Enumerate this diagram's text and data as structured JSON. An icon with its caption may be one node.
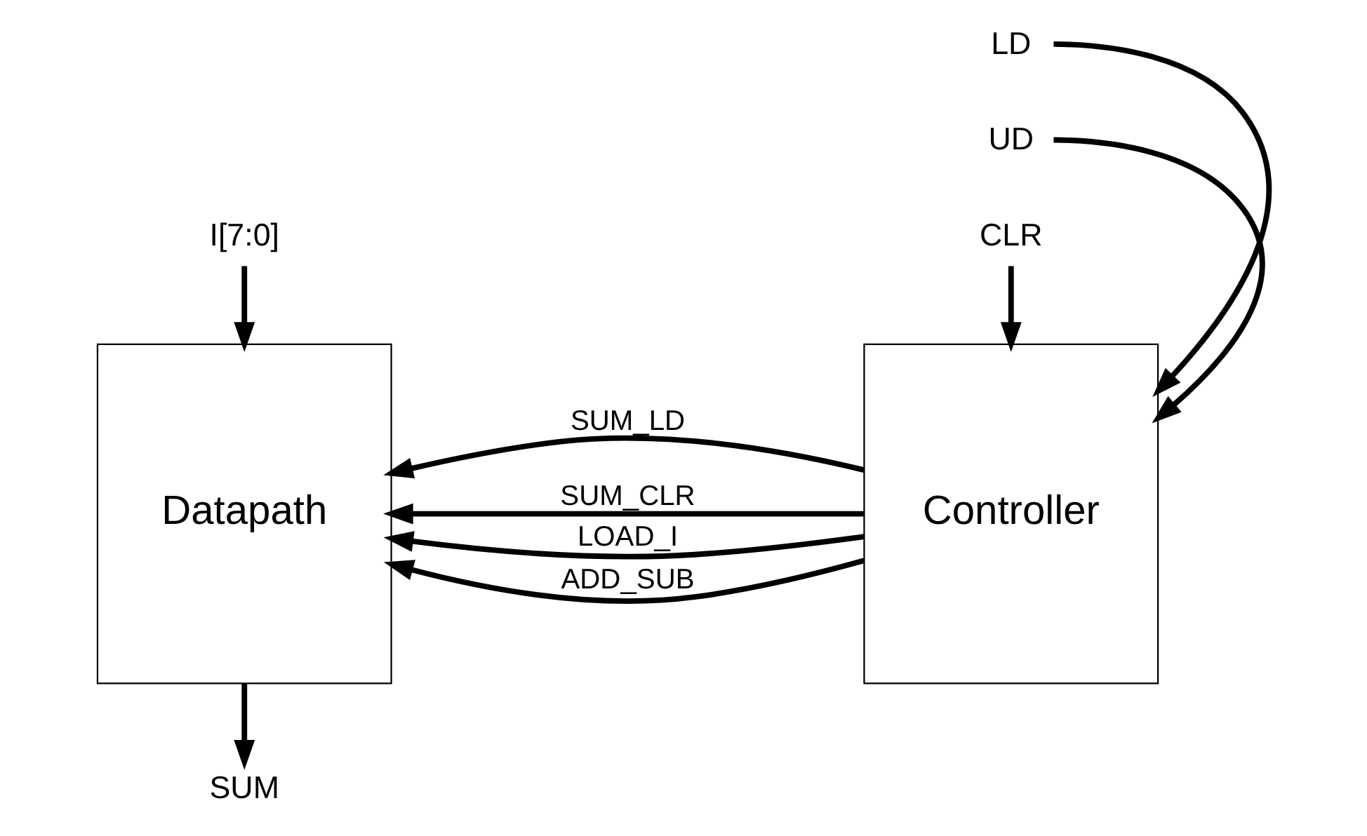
{
  "diagram": {
    "nodes": [
      {
        "text": [
          "I[7:0]"
        ]
      },
      {
        "text": [
          "LD"
        ]
      },
      {
        "text": [
          "UD"
        ]
      },
      {
        "text": [
          "CLR"
        ]
      },
      {
        "text": [
          "Datapath"
        ]
      },
      {
        "text": [
          "Controller"
        ]
      },
      {
        "text": [
          "SUM"
        ]
      }
    ],
    "edges": [
      {
        "from": 0,
        "to": 4,
        "arrow": "to"
      },
      {
        "from": 1,
        "to": 5,
        "arrow": "to"
      },
      {
        "from": 2,
        "to": 5,
        "arrow": "to"
      },
      {
        "from": 3,
        "to": 5,
        "arrow": "to"
      },
      {
        "from": 5,
        "to": 4,
        "arrow": "to",
        "label": "SUM_LD"
      },
      {
        "from": 5,
        "to": 4,
        "arrow": "to",
        "label": "SUM_CLR"
      },
      {
        "from": 5,
        "to": 4,
        "arrow": "to",
        "label": "LOAD_I"
      },
      {
        "from": 5,
        "to": 4,
        "arrow": "to",
        "label": "ADD_SUB"
      },
      {
        "from": 4,
        "to": 6,
        "arrow": "to"
      }
    ]
  }
}
